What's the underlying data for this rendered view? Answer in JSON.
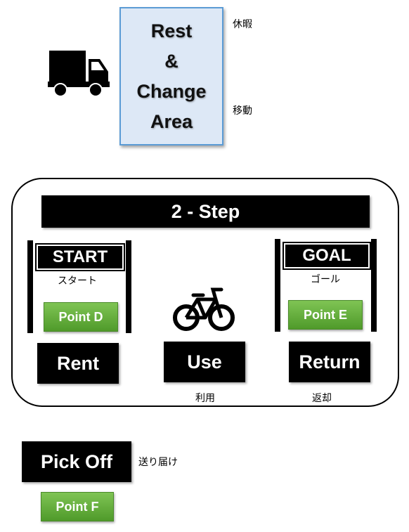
{
  "rest_area": {
    "title": "Rest\n&\nChange\nArea",
    "note_rest": "休暇",
    "note_move": "移動",
    "truck_icon": "truck-icon"
  },
  "step_panel": {
    "title": "2 - Step",
    "start": {
      "sign": "START",
      "sub": "スタート",
      "point": "Point D",
      "action": "Rent"
    },
    "use": {
      "action": "Use",
      "sub": "利用",
      "icon": "bicycle-icon"
    },
    "goal": {
      "sign": "GOAL",
      "sub": "ゴール",
      "point": "Point E",
      "action": "Return",
      "action_sub": "返却"
    }
  },
  "pick_off": {
    "label": "Pick Off",
    "sub": "送り届け",
    "point": "Point F"
  },
  "colors": {
    "rest_fill": "#dde8f6",
    "rest_border": "#5b9bd5",
    "point_green": "#5fab35",
    "bar_black": "#000000"
  }
}
